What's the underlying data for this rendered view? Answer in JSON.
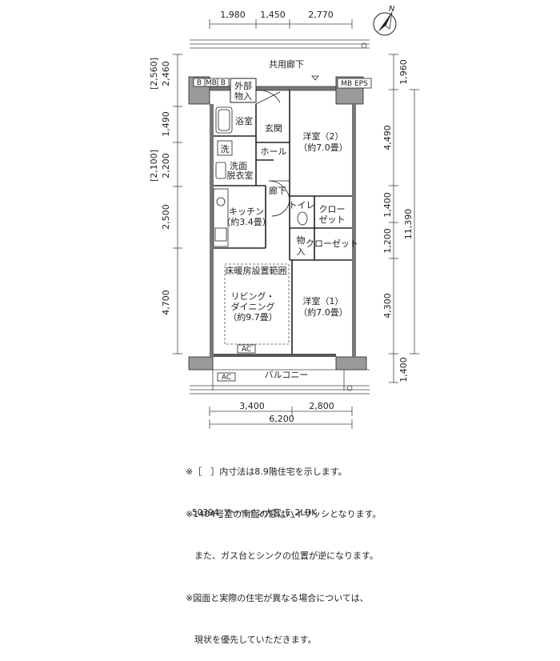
{
  "dimensions": {
    "top": [
      "1,980",
      "1,450",
      "2,770"
    ],
    "bottom": [
      "3,400",
      "2,800"
    ],
    "bottom_total": "6,200",
    "left": [
      "[2,560]",
      "2,460",
      "1,490",
      "[2,100]",
      "2,200",
      "2,500",
      "4,700"
    ],
    "right": [
      "1,960",
      "4,490",
      "1,400",
      "1,200",
      "11,390",
      "4,300",
      "1,400"
    ]
  },
  "compass": {
    "label": "N"
  },
  "labels": {
    "corridor": "共用廊下",
    "mb_b1": "B",
    "mb": "MB",
    "mb_b2": "B",
    "outdoor_storage_1": "外部",
    "outdoor_storage_2": "物入",
    "mb_eps": "MB EPS",
    "bath": "浴室",
    "entrance": "玄関",
    "wash": "洗",
    "hall": "ホール",
    "dressing_1": "洗面",
    "dressing_2": "脱衣室",
    "western_2_name": "洋室（2）",
    "western_2_size": "（約7.0畳）",
    "hallway": "廊下",
    "kitchen_name": "キッチン",
    "kitchen_size": "（約3.4畳）",
    "toilet": "トイレ",
    "closet_a_1": "クロー",
    "closet_a_2": "ゼット",
    "storage_1": "物",
    "storage_2": "入",
    "closet_b": "クローゼット",
    "floor_heating": "床暖房設置範囲",
    "living_1": "リビング・",
    "living_2": "ダイニング",
    "living_size": "（約9.7畳）",
    "western_1_name": "洋室（1）",
    "western_1_size": "（約7.0畳）",
    "ac_1": "AC",
    "balcony": "バルコニー",
    "ac_2": "AC"
  },
  "notes": [
    "※［　］内寸法は8.9階住宅を示します。",
    "※1404号室の南面の窓はハイサッシとなります。",
    "　また、ガス台とシンクの位置が逆になります。",
    "※図面と実際の住宅が異なる場合については、",
    "　現状を優先していただきます。"
  ],
  "footer": "50394_アーベイン大宮_E_2LDK"
}
